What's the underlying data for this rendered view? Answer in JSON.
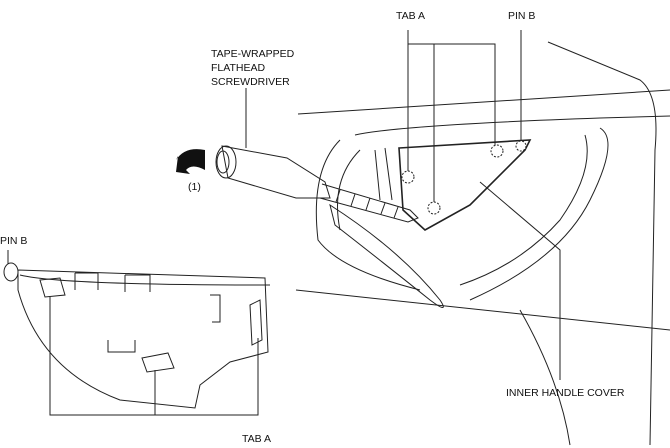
{
  "labels": {
    "tab_a_top": "TAB A",
    "pin_b_top": "PIN B",
    "tool_line1": "TAPE-WRAPPED",
    "tool_line2": "FLATHEAD",
    "tool_line3": "SCREWDRIVER",
    "step": "(1)",
    "pin_b_left": "PIN B",
    "tab_a_bottom": "TAB A",
    "inner_handle_cover": "INNER HANDLE COVER"
  },
  "icons": [
    "curved-arrow-icon"
  ]
}
